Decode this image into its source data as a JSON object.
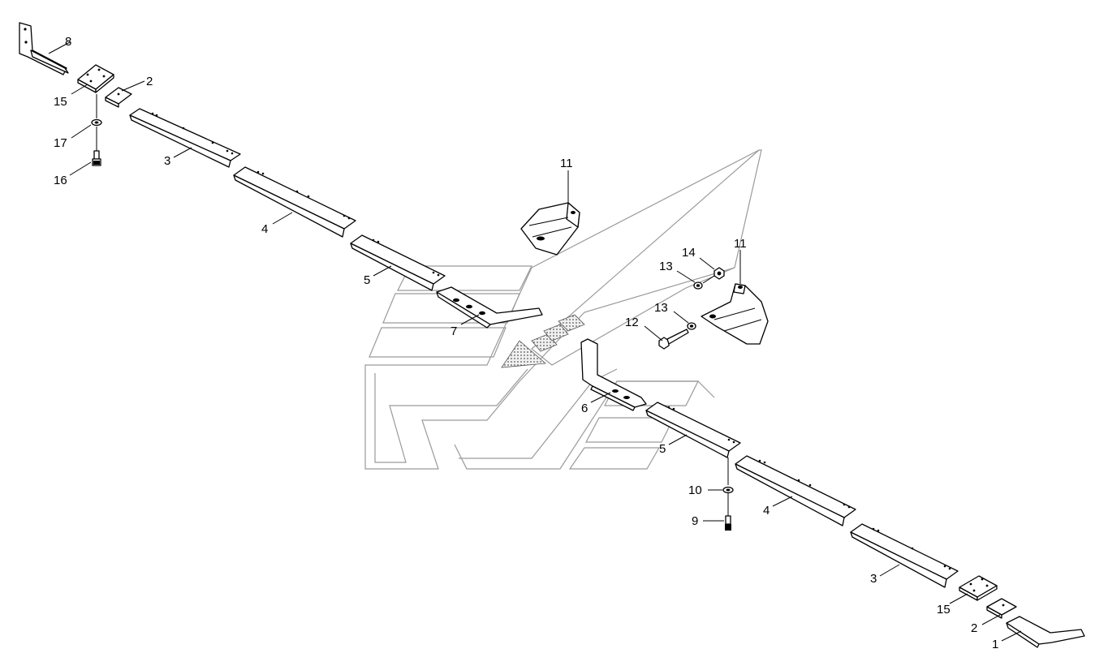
{
  "diagram": {
    "callouts": [
      "8",
      "2",
      "15",
      "17",
      "16",
      "3",
      "4",
      "5",
      "7",
      "11",
      "11",
      "14",
      "13",
      "13",
      "12",
      "6",
      "5",
      "10",
      "9",
      "4",
      "3",
      "15",
      "2",
      "1"
    ]
  }
}
